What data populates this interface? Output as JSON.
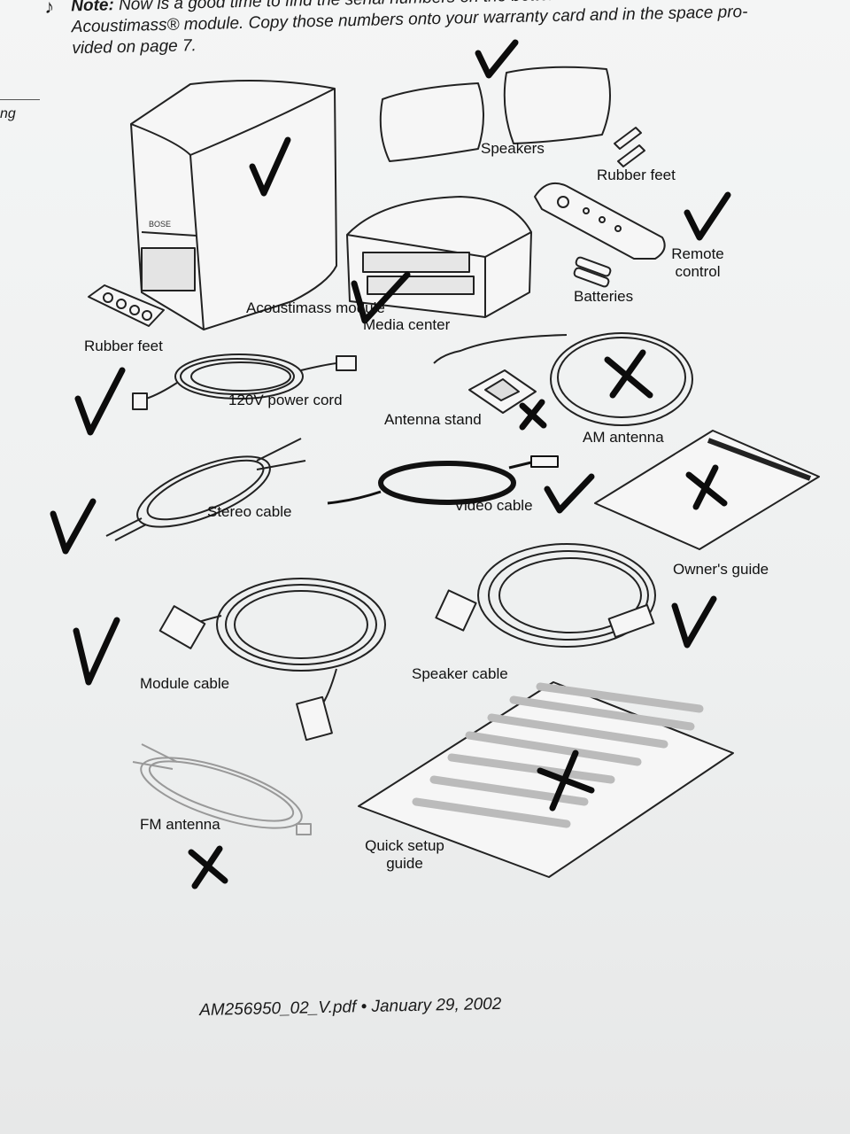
{
  "note": {
    "label": "Note:",
    "line1": "Now is a good time to find the serial numbers on the bottom of the media center",
    "line2": "Acoustimass® module. Copy those numbers onto your warranty card and in the space pro-",
    "line3": "vided on page 7."
  },
  "margin_fragment": "ng",
  "items": {
    "acoustimass_module": "Acoustimass module",
    "speakers": "Speakers",
    "rubber_feet_right": "Rubber feet",
    "media_center": "Media center",
    "remote_control": "Remote control",
    "batteries": "Batteries",
    "rubber_feet_left": "Rubber feet",
    "power_cord": "120V power cord",
    "antenna_stand": "Antenna stand",
    "am_antenna": "AM antenna",
    "stereo_cable": "Stereo cable",
    "video_cable": "Video cable",
    "owners_guide": "Owner's guide",
    "module_cable": "Module cable",
    "speaker_cable": "Speaker cable",
    "fm_antenna": "FM antenna",
    "quick_setup_guide": "Quick setup guide"
  },
  "footer": "AM256950_02_V.pdf • January 29, 2002"
}
